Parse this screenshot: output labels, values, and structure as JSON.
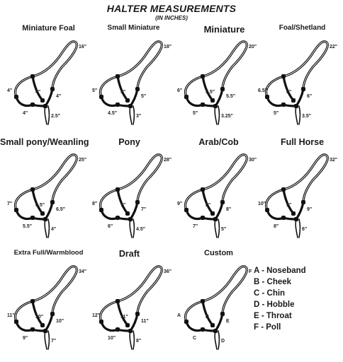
{
  "header": {
    "title": "HALTER MEASUREMENTS",
    "subtitle": "(IN INCHES)"
  },
  "halters": [
    {
      "name": "Miniature Foal",
      "poll": "16\"",
      "noseband": "4\"",
      "cheek": "4\"",
      "hobble": "4\"",
      "chin": "4\"",
      "throat": "2.5\""
    },
    {
      "name": "Small Miniature",
      "poll": "18\"",
      "noseband": "5\"",
      "cheek": "5\"",
      "hobble": "5\"",
      "chin": "4.5\"",
      "throat": "3\""
    },
    {
      "name": "Miniature",
      "poll": "20\"",
      "noseband": "6\"",
      "cheek": "5.5\"",
      "hobble": "5.5\"",
      "chin": "5\"",
      "throat": "3.25\""
    },
    {
      "name": "Foal/Shetland",
      "poll": "22\"",
      "noseband": "6.5\"",
      "cheek": "6\"",
      "hobble": "6\"",
      "chin": "5\"",
      "throat": "3.5\""
    },
    {
      "name": "Small pony/Weanling",
      "poll": "25\"",
      "noseband": "7\"",
      "cheek": "6.5\"",
      "hobble": "6.5\"",
      "chin": "5.5\"",
      "throat": "4\""
    },
    {
      "name": "Pony",
      "poll": "28\"",
      "noseband": "8\"",
      "cheek": "7\"",
      "hobble": "7\"",
      "chin": "6\"",
      "throat": "4.5\""
    },
    {
      "name": "Arab/Cob",
      "poll": "30\"",
      "noseband": "9\"",
      "cheek": "8\"",
      "hobble": "8\"",
      "chin": "7\"",
      "throat": "5\""
    },
    {
      "name": "Full Horse",
      "poll": "32\"",
      "noseband": "10\"",
      "cheek": "9\"",
      "hobble": "9\"",
      "chin": "8\"",
      "throat": "6\""
    },
    {
      "name": "Extra Full/Warmblood",
      "poll": "34\"",
      "noseband": "11\"",
      "cheek": "10\"",
      "hobble": "10\"",
      "chin": "9\"",
      "throat": "7\""
    },
    {
      "name": "Draft",
      "poll": "36\"",
      "noseband": "12\"",
      "cheek": "11\"",
      "hobble": "11\"",
      "chin": "10\"",
      "throat": "8\""
    },
    {
      "name": "Custom",
      "poll": "F",
      "noseband": "A",
      "cheek": "B",
      "hobble": "E",
      "chin": "C",
      "throat": "D"
    }
  ],
  "legend": [
    "A - Noseband",
    "B - Cheek",
    "C - Chin",
    "D - Hobble",
    "E - Throat",
    "F - Poll"
  ],
  "colors": {
    "rope": "#111111",
    "text": "#1a1a1a",
    "background": "#ffffff"
  }
}
